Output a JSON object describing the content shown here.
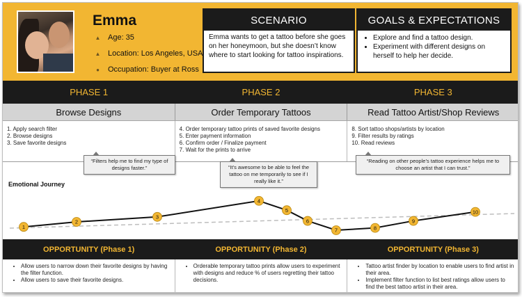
{
  "persona": {
    "name": "Emma",
    "age": "Age: 35",
    "location": "Location: Los Angeles, USA",
    "occupation": "Occupation: Buyer at Ross"
  },
  "scenario": {
    "title": "SCENARIO",
    "text": "Emma wants to get a tattoo before she goes on her honeymoon, but she doesn’t know where to start looking for tattoo inspirations."
  },
  "goals": {
    "title": "GOALS & EXPECTATIONS",
    "items": [
      "Explore and find a tattoo design.",
      "Experiment with different designs on herself to help her decide."
    ]
  },
  "phases": [
    {
      "label": "PHASE 1",
      "name": "Browse Designs",
      "steps": [
        "1.  Apply search filter",
        "2.  Browse designs",
        "3.  Save favorite designs"
      ],
      "quote": "“Filters help me to find my type of designs faster.”",
      "opportunity_title": "OPPORTUNITY (Phase 1)",
      "opportunities": [
        "Allow users to narrow down their favorite designs by having the filter function.",
        "Allow users to save their favorite designs."
      ]
    },
    {
      "label": "PHASE 2",
      "name": "Order Temporary Tattoos",
      "steps": [
        "4. Order temporary tattoo prints of saved favorite designs",
        "5. Enter payment information",
        "6. Confirm order / Finalize payment",
        "7. Wait for the prints to arrive"
      ],
      "quote": "“It’s awesome to be able to feel the tattoo on me temporarily to see if I really like it.”",
      "opportunity_title": "OPPORTUNITY (Phase 2)",
      "opportunities": [
        "Orderable temporary tattoo prints allow users to experiment with designs and reduce % of users regretting their tattoo decisions."
      ]
    },
    {
      "label": "PHASE 3",
      "name": "Read Tattoo Artist/Shop Reviews",
      "steps": [
        "8. Sort tattoo shops/artists by location",
        "9. Filter results by ratings",
        "10. Read reviews"
      ],
      "quote": "“Reading on other people’s tattoo experience helps me to choose an artist that I can trust.”",
      "opportunity_title": "OPPORTUNITY (Phase 3)",
      "opportunities": [
        "Tattoo artist finder by location to enable users to find artist in their area.",
        "Implement filter function to list best ratings allow users to find the best tattoo artist in their area."
      ]
    }
  ],
  "journey": {
    "title": "Emotional Journey",
    "points": [
      {
        "step": "1",
        "level": 0.1
      },
      {
        "step": "2",
        "level": 0.25
      },
      {
        "step": "3",
        "level": 0.4
      },
      {
        "step": "4",
        "level": 0.88
      },
      {
        "step": "5",
        "level": 0.6
      },
      {
        "step": "6",
        "level": 0.28
      },
      {
        "step": "7",
        "level": 0.0
      },
      {
        "step": "8",
        "level": 0.07
      },
      {
        "step": "9",
        "level": 0.28
      },
      {
        "step": "10",
        "level": 0.55
      }
    ],
    "colors": {
      "line": "#111111",
      "marker": "#f2b632",
      "baseline": "#bdbdbd"
    }
  }
}
